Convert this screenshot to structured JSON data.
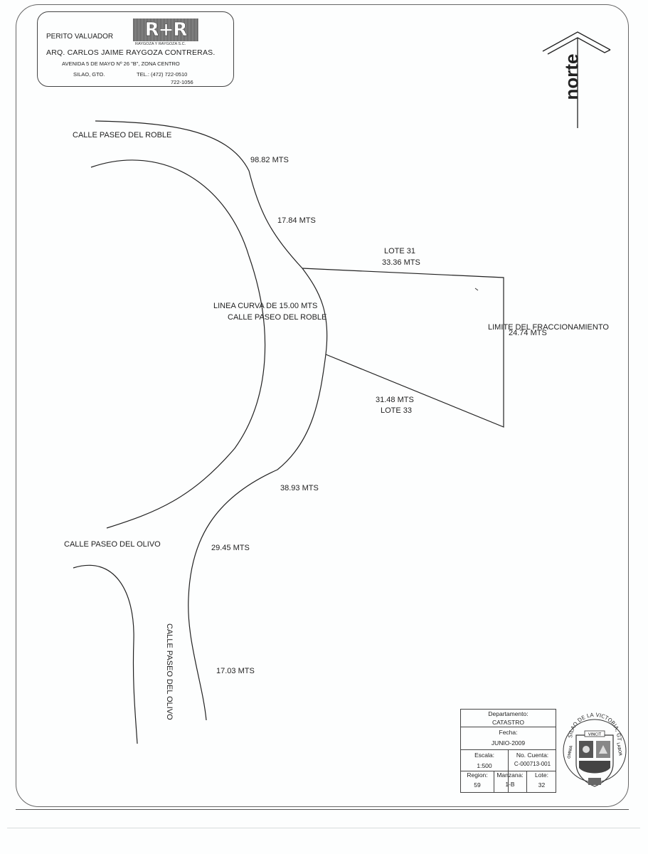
{
  "header": {
    "role": "PERITO VALUADOR",
    "logo_text": "R+R",
    "logo_subtext": "RAYGOZA Y RAYGOZA S.C.",
    "name": "ARQ. CARLOS JAIME RAYGOZA CONTRERAS.",
    "address": "AVENIDA  5 DE MAYO Nº 26 \"B\", ZONA CENTRO",
    "city": "SILAO, GTO.",
    "phone_1": "TEL.: (472) 722-0510",
    "phone_2": "722-1056"
  },
  "north_arrow": {
    "label": "norte"
  },
  "plan": {
    "street_roble_top": "CALLE PASEO DEL ROBLE",
    "street_roble_curve": "CALLE PASEO DEL ROBLE",
    "curve_note": "LINEA CURVA DE 15.00 MTS",
    "street_olivo_left": "CALLE PASEO DEL OLIVO",
    "street_olivo_vertical": "CALLE PASEO DEL OLIVO",
    "lote_31": "LOTE 31",
    "lote_33": "LOTE 33",
    "limit": "LIMITE DEL FRACCIONAMIENTO",
    "measurements": {
      "m_98_82": "98.82 MTS",
      "m_17_84": "17.84 MTS",
      "m_33_36": "33.36 MTS",
      "m_24_74": "24.74 MTS",
      "m_31_48": "31.48 MTS",
      "m_38_93": "38.93 MTS",
      "m_29_45": "29.45 MTS",
      "m_17_03": "17.03 MTS"
    }
  },
  "title_block": {
    "department_label": "Departamento:",
    "department": "CATASTRO",
    "date_label": "Fecha:",
    "date": "JUNIO-2009",
    "scale_label": "Escala:",
    "scale": "1:500",
    "account_label": "No. Cuenta:",
    "account": "C-000713-001",
    "region_label": "Region:",
    "region": "59",
    "block_label": "Manzana:",
    "block": "1-B",
    "lot_label": "Lote:",
    "lot": "32"
  },
  "seal": {
    "ring_text": "SILAO DE LA VICTORIA, GTO.",
    "motto_left": "OMNIA",
    "motto_top": "VINCIT",
    "motto_right": "LABOR"
  }
}
